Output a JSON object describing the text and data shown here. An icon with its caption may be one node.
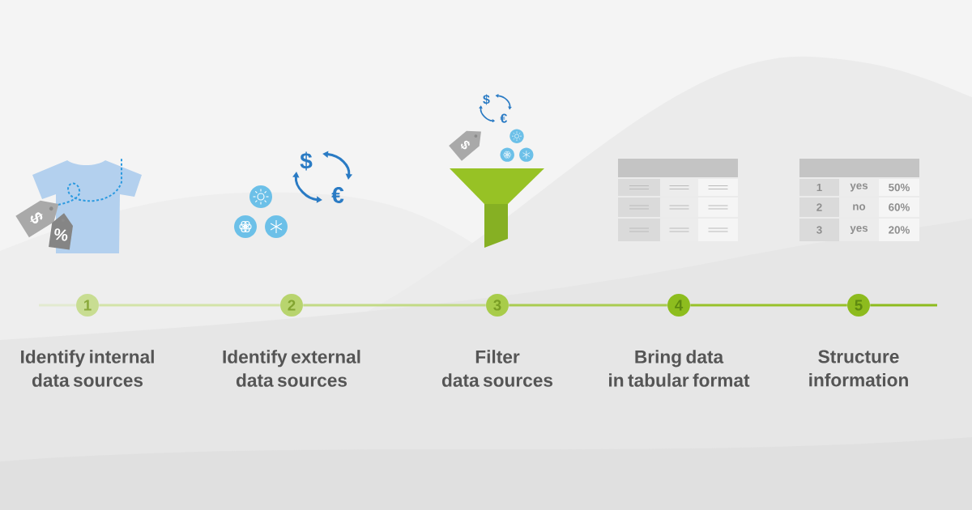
{
  "diagram": {
    "nodes": [
      {
        "text": [
          "1"
        ],
        "beside": [
          "Identify internal data sources"
        ]
      },
      {
        "text": [
          "2"
        ],
        "beside": [
          "Identify external data sources"
        ]
      },
      {
        "text": [
          "3"
        ],
        "beside": [
          "Filter data sources"
        ]
      },
      {
        "text": [
          "4"
        ],
        "beside": [
          "Bring data in tabular format"
        ]
      },
      {
        "text": [
          "5"
        ],
        "beside": [
          "Structure information"
        ]
      }
    ],
    "edges": [
      {
        "from": null,
        "to": 0,
        "arrow": "none",
        "color": "#e2ead0"
      },
      {
        "from": 0,
        "to": 1,
        "arrow": "none",
        "color": "#d3e3a8"
      },
      {
        "from": 1,
        "to": 2,
        "arrow": "none",
        "color": "#c2da85"
      },
      {
        "from": 2,
        "to": 3,
        "arrow": "none",
        "color": "#a9cc50"
      },
      {
        "from": 3,
        "to": 4,
        "arrow": "none",
        "color": "#98c22a"
      },
      {
        "from": 4,
        "to": null,
        "arrow": "none",
        "color": "#8dbb1e"
      }
    ],
    "labels": [
      "$",
      "%",
      "$",
      "€",
      "$",
      "€",
      "$",
      "1",
      "yes",
      "50%",
      "2",
      "no",
      "60%",
      "3",
      "yes",
      "20%"
    ]
  }
}
